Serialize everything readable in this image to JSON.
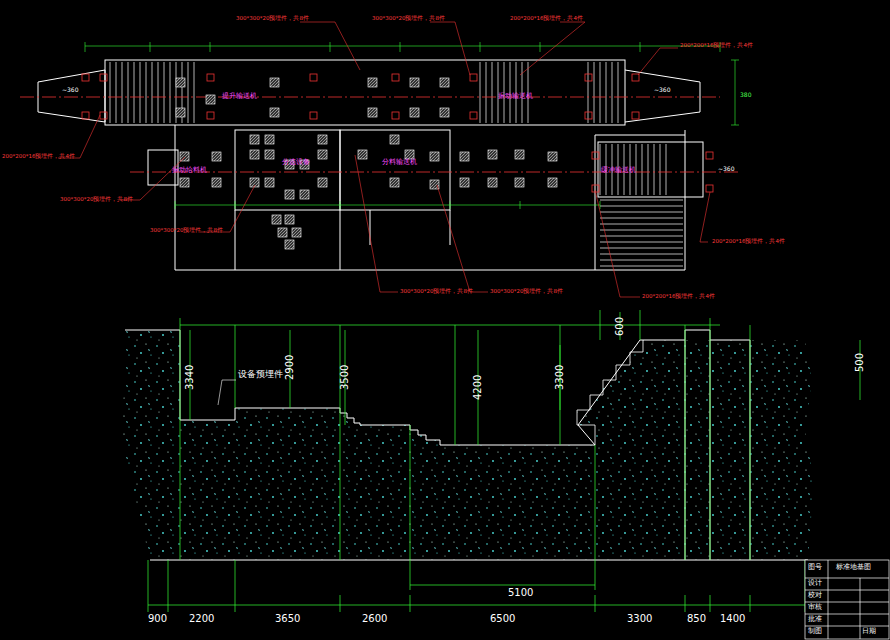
{
  "diagram": {
    "labels": [
      "提升输送机",
      "振动输送机",
      "振动给料机",
      "分选设备",
      "分料输送机",
      "缓冲输送机",
      "300*300*20预埋件，共8件",
      "300*300*20预埋件，共8件",
      "200*200*16预埋件，共4件",
      "200*200*16预埋件，共4件",
      "200*200*16预埋件，共4件",
      "300*300*20预埋件，共8件",
      "300*300*20预埋件，共8件",
      "300*300*20预埋件，共8件",
      "300*300*20预埋件，共8件",
      "200*200*16预埋件，共4件",
      "200*200*16预埋件，共4件",
      "~360",
      "~360",
      "~360",
      "380",
      "3340",
      "2900",
      "3500",
      "4200",
      "3300",
      "600",
      "500",
      "设备预埋件",
      "5100",
      "900",
      "2200",
      "3650",
      "2600",
      "6500",
      "3300",
      "850",
      "1400",
      "图号",
      "标准地基图",
      "设计",
      "校对",
      "审核",
      "批准",
      "制图",
      "日期"
    ]
  }
}
